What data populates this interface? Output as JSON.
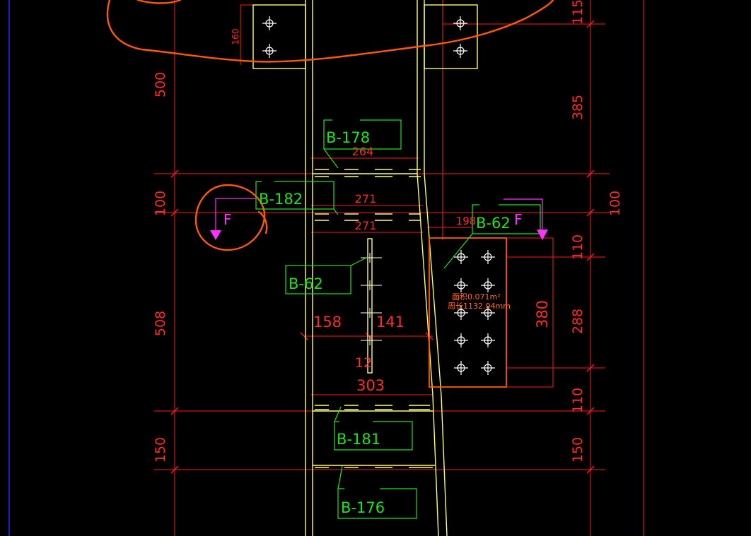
{
  "drawing": {
    "colors": {
      "background": "#000000",
      "dimension": "#ff1a1a",
      "outline": "#ffff66",
      "label": "#19e619",
      "markup": "#ff5a00",
      "section_marker": "#ff33ff",
      "bolt": "#ffffff"
    },
    "left_dims": [
      "500",
      "100",
      "508",
      "150"
    ],
    "right_dims": [
      "115",
      "385",
      "100",
      "110",
      "288",
      "110",
      "150"
    ],
    "dims": {
      "top_160": "160",
      "w264": "264",
      "w271a": "271",
      "w271b": "271",
      "w198": "198",
      "w158": "158",
      "w141": "141",
      "w12": "12",
      "w303": "303",
      "h380": "380"
    },
    "labels": {
      "b178": "B-178",
      "b182": "B-182",
      "b62_left": "B-62",
      "b62_right": "B-62",
      "b181": "B-181",
      "b176": "B-176"
    },
    "section_marks": {
      "left": "F",
      "right": "F"
    },
    "plate_info": {
      "area": "面积0.071m²",
      "perimeter": "周长1132.04mm"
    }
  }
}
